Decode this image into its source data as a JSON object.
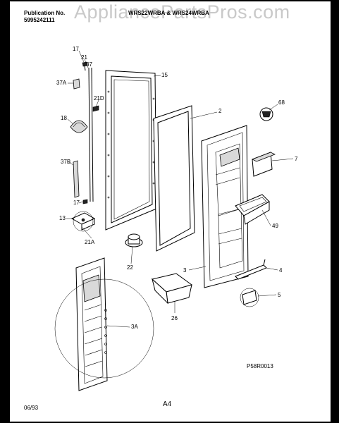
{
  "header": {
    "publication_label": "Publication No.",
    "publication_number": "5995242111",
    "models": "WRS22WRBA & WRS24WRBA",
    "watermark": "AppliancePartsPros.com"
  },
  "callouts": {
    "c17a": "17",
    "c21": "21",
    "c37": "37",
    "c37a": "37A",
    "c15": "15",
    "c21d": "21D",
    "c18": "18",
    "c37b": "37B",
    "c17b": "17",
    "c13": "13",
    "c21a": "21A",
    "c22": "22",
    "c2": "2",
    "c68": "68",
    "c7": "7",
    "c49": "49",
    "c3": "3",
    "c4": "4",
    "c5": "5",
    "c26": "26",
    "c3a": "3A"
  },
  "footer": {
    "diagram_code": "P58R0013",
    "date": "06/93",
    "page": "A4"
  }
}
